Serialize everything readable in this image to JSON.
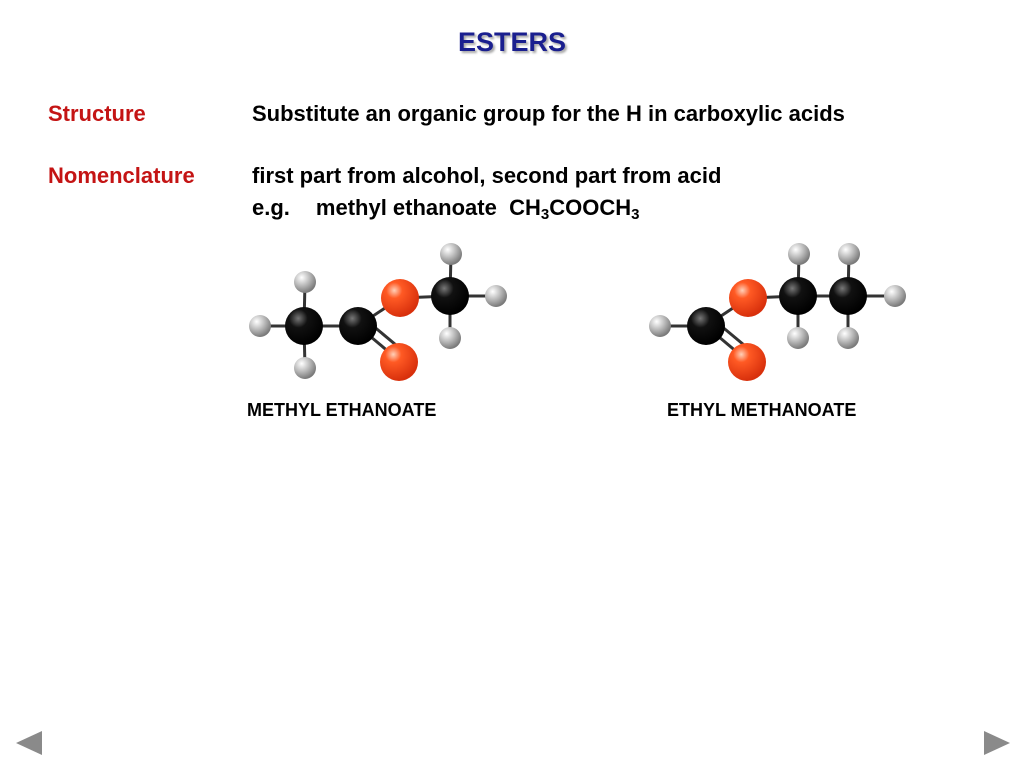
{
  "slide": {
    "title": "ESTERS",
    "structure_label": "Structure",
    "structure_text": "Substitute an organic group for the H in carboxylic acids",
    "nomenclature_label": "Nomenclature",
    "nomenclature_text": "first part from alcohol, second part from acid",
    "example_prefix": "e.g.",
    "example_name": "methyl ethanoate",
    "formula": {
      "part1": "CH",
      "sub1": "3",
      "part2": "COOCH",
      "sub2": "3"
    }
  },
  "molecules": [
    {
      "caption": "METHYL ETHANOATE"
    },
    {
      "caption": "ETHYL METHANOATE"
    }
  ],
  "colors": {
    "title": "#1a1f8f",
    "label": "#c41414",
    "carbon": "#000000",
    "oxygen": "#f04a1c",
    "hydrogen": "#b8b8b8",
    "nav_arrow": "#8a8a8a"
  },
  "icons": {
    "prev": "triangle-left-icon",
    "next": "triangle-right-icon"
  }
}
